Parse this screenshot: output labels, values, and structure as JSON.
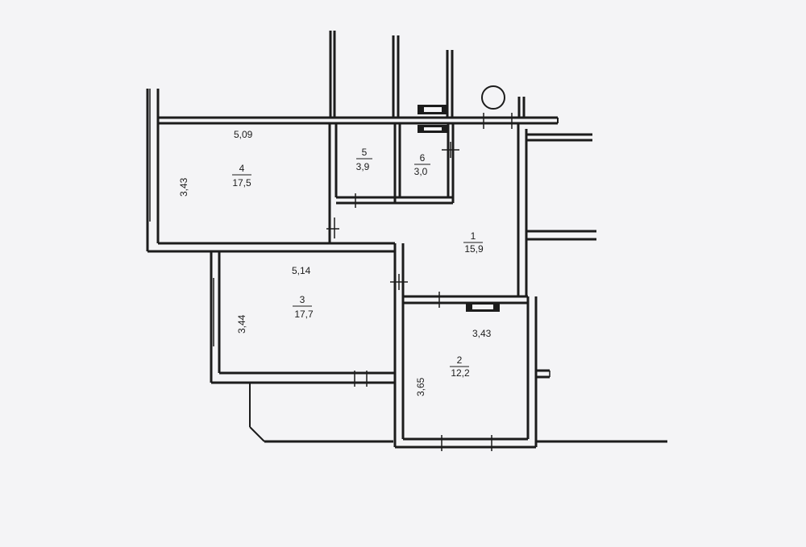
{
  "rooms": [
    {
      "id": "1",
      "number": "1",
      "area": "15,9"
    },
    {
      "id": "2",
      "number": "2",
      "area": "12,2"
    },
    {
      "id": "3",
      "number": "3",
      "area": "17,7"
    },
    {
      "id": "4",
      "number": "4",
      "area": "17,5"
    },
    {
      "id": "5",
      "number": "5",
      "area": "3,9"
    },
    {
      "id": "6",
      "number": "6",
      "area": "3,0"
    }
  ],
  "dimensions": {
    "room4_width": "5,09",
    "room4_height": "3,43",
    "room3_width": "5,14",
    "room3_height": "3,44",
    "room2_width": "3,43",
    "room2_height": "3,65"
  }
}
